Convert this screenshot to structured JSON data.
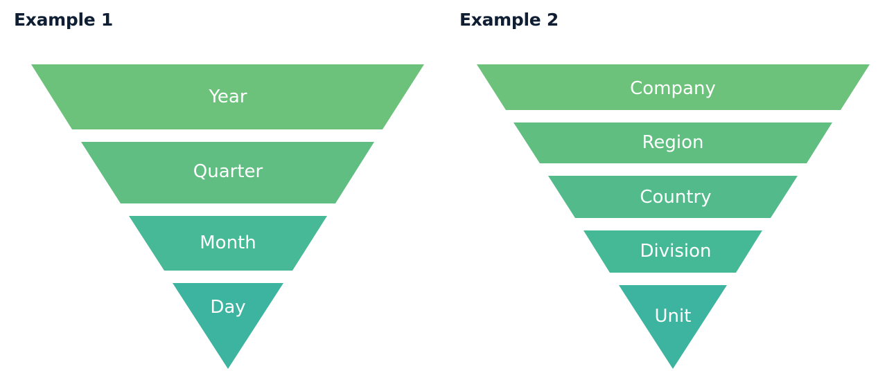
{
  "examples": [
    {
      "title": "Example 1",
      "levels": [
        "Year",
        "Quarter",
        "Month",
        "Day"
      ]
    },
    {
      "title": "Example 2",
      "levels": [
        "Company",
        "Region",
        "Country",
        "Division",
        "Unit"
      ]
    }
  ],
  "colors": {
    "heading": "#0f1e33",
    "label": "#ffffff",
    "funnel_1": [
      "#6cc27b",
      "#60be82",
      "#47b996",
      "#3cb49f"
    ],
    "funnel_2": [
      "#6cc27b",
      "#61be81",
      "#53bb8b",
      "#45b895",
      "#3cb49f"
    ]
  }
}
